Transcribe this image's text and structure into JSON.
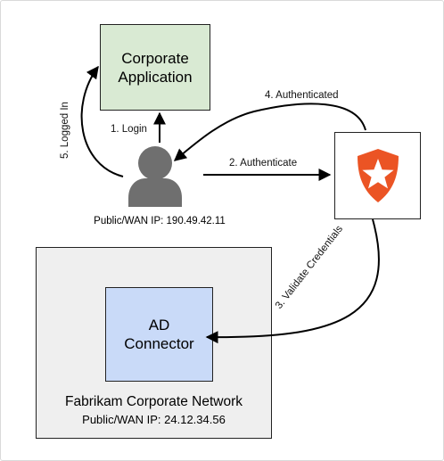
{
  "nodes": {
    "app": {
      "line1": "Corporate",
      "line2": "Application"
    },
    "ad": {
      "line1": "AD",
      "line2": "Connector"
    },
    "network": {
      "title": "Fabrikam Corporate Network",
      "ip": "Public/WAN IP: 24.12.34.56"
    },
    "user": {
      "ip": "Public/WAN IP: 190.49.42.11"
    },
    "auth_provider": {
      "icon": "auth0-shield-star-icon",
      "color": "#eb5424"
    }
  },
  "edges": {
    "login": "1. Login",
    "authenticate": "2. Authenticate",
    "validate": "3. Validate Credentials",
    "authenticated": "4. Authenticated",
    "logged_in": "5. Logged In"
  }
}
